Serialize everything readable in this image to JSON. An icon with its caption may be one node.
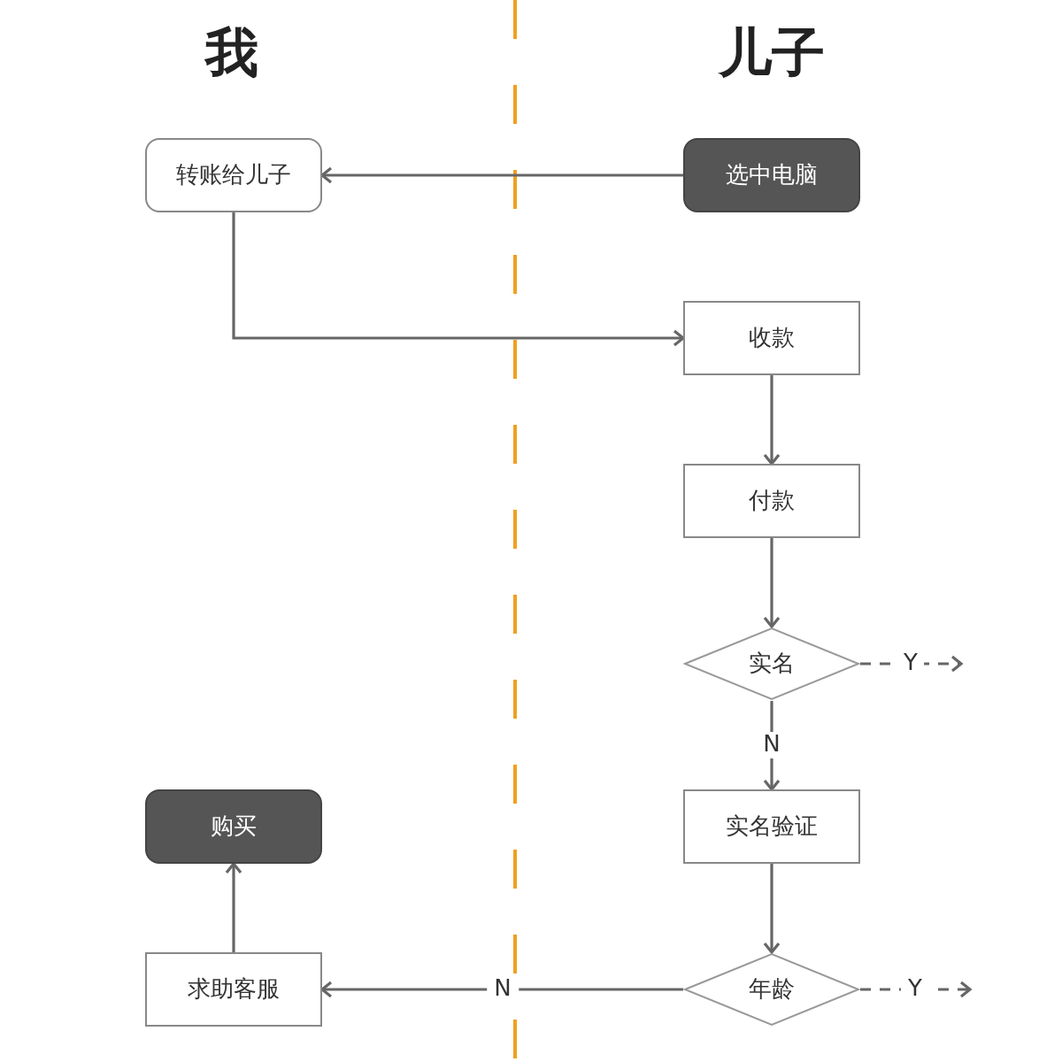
{
  "diagram": {
    "nodes": [
      {
        "text": [
          "转账给儿子"
        ]
      },
      {
        "text": [
          "选中电脑"
        ]
      },
      {
        "text": [
          "收款"
        ]
      },
      {
        "text": [
          "付款"
        ]
      },
      {
        "text": [
          "实名"
        ]
      },
      {
        "text": [
          "实名验证"
        ]
      },
      {
        "text": [
          "年龄"
        ]
      },
      {
        "text": [
          "求助客服"
        ]
      },
      {
        "text": [
          "购买"
        ]
      }
    ],
    "edges": [
      {
        "from": 1,
        "to": 0,
        "arrow": "to"
      },
      {
        "from": 0,
        "to": 2,
        "arrow": "to"
      },
      {
        "from": 2,
        "to": 3,
        "arrow": "to"
      },
      {
        "from": 3,
        "to": 4,
        "arrow": "to"
      },
      {
        "from": 4,
        "to": 5,
        "arrow": "to",
        "label": "N"
      },
      {
        "from": 4,
        "to": null,
        "arrow": "to",
        "label": "Y",
        "style": "dashed"
      },
      {
        "from": 5,
        "to": 6,
        "arrow": "to"
      },
      {
        "from": 6,
        "to": 7,
        "arrow": "to",
        "label": "N"
      },
      {
        "from": 6,
        "to": null,
        "arrow": "to",
        "label": "Y",
        "style": "dashed"
      },
      {
        "from": 7,
        "to": 8,
        "arrow": "to"
      }
    ],
    "labels": [
      "我",
      "儿子"
    ]
  }
}
